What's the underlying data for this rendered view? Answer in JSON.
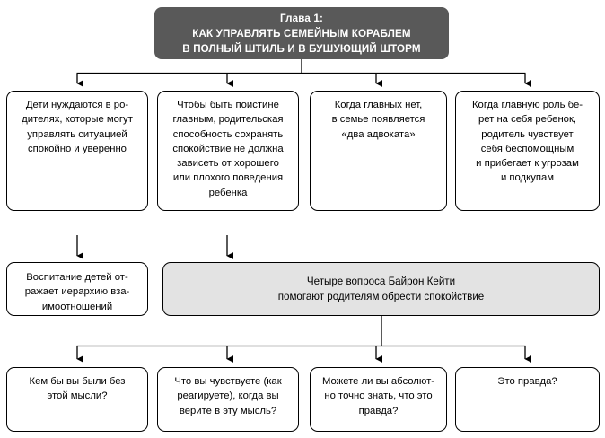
{
  "diagram": {
    "type": "flowchart",
    "title_box": {
      "chapter": "Глава 1:",
      "line2": "КАК УПРАВЛЯТЬ СЕМЕЙНЫМ КОРАБЛЕМ",
      "line3": "В ПОЛНЫЙ ШТИЛЬ И В БУШУЮЩИЙ ШТОРМ",
      "text": "Глава 1:\nКАК УПРАВЛЯТЬ СЕМЕЙНЫМ КОРАБЛЕМ\nВ ПОЛНЫЙ ШТИЛЬ И В БУШУЮЩИЙ ШТОРМ",
      "fill": "#595959",
      "text_color": "#ffffff"
    },
    "row_principles": [
      {
        "text": "Дети нуждаются в ро-\nдителях, которые могут\nуправлять ситуацией\nспокойно и уверенно"
      },
      {
        "text": "Чтобы быть поистине\nглавным, родительская\nспособность сохранять\nспокойствие не должна\nзависеть от хорошего\nили плохого поведения\nребенка"
      },
      {
        "text": "Когда главных нет,\nв семье появляется\n«два адвоката»"
      },
      {
        "text": "Когда главную роль бе-\nрет на себя ребенок,\nродитель чувствует\nсебя беспомощным\nи прибегает к угрозам\nи подкупам"
      }
    ],
    "row_middle": [
      {
        "text": "Воспитание детей от-\nражает иерархию вза-\nимоотношений",
        "fill": "#ffffff"
      },
      {
        "text": "Четыре вопроса Байрон Кейти\nпомогают родителям обрести спокойствие",
        "fill": "#e3e3e3"
      }
    ],
    "row_questions": [
      {
        "text": "Кем бы вы были без\nэтой мысли?"
      },
      {
        "text": "Что вы чувствуете (как\nреагируете), когда вы\nверите в эту мысль?"
      },
      {
        "text": "Можете ли вы абсолют-\nно точно знать, что это\nправда?"
      },
      {
        "text": "Это правда?"
      }
    ],
    "colors": {
      "line": "#000000",
      "header_fill": "#595959",
      "shaded_fill": "#e3e3e3",
      "page_background": "#ffffff"
    }
  }
}
